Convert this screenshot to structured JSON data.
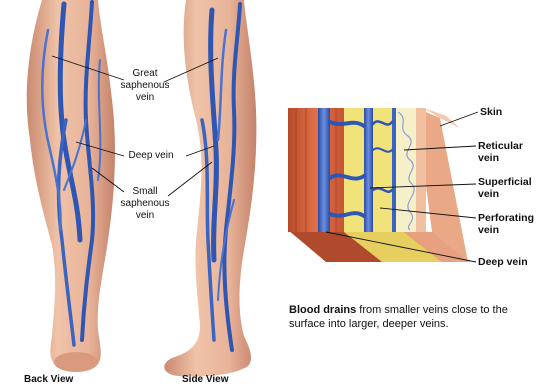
{
  "leg_labels": {
    "great_saphenous": "Great\nsaphenous\nvein",
    "deep_vein": "Deep vein",
    "small_saphenous": "Small\nsaphenous\nvein"
  },
  "view_labels": {
    "back": "Back View",
    "side": "Side View"
  },
  "cross_section_labels": {
    "skin": "Skin",
    "reticular": "Reticular\nvein",
    "superficial": "Superficial\nvein",
    "perforating": "Perforating\nvein",
    "deep": "Deep vein"
  },
  "caption": {
    "bold": "Blood drains",
    "rest": " from smaller veins close to the surface into larger, deeper veins."
  },
  "colors": {
    "skin": "#e8b49a",
    "skin_shadow": "#c98a70",
    "vein": "#2f56b3",
    "vein_light": "#5f84d6",
    "muscle": "#d2603a",
    "fat": "#f2e27a",
    "dermis": "#f6f0c8"
  }
}
